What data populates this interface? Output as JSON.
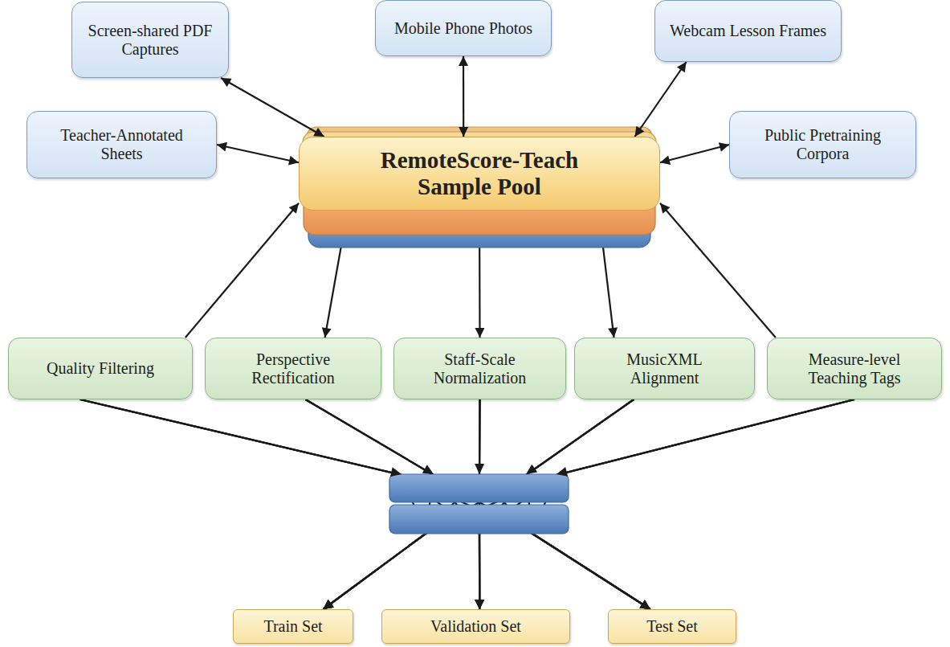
{
  "diagram": {
    "nodes": [
      {
        "text": [
          "Screen-shared PDF Captures"
        ]
      },
      {
        "text": [
          "Mobile Phone Photos"
        ]
      },
      {
        "text": [
          "Webcam Lesson Frames"
        ]
      },
      {
        "text": [
          "Teacher-Annotated Sheets"
        ]
      },
      {
        "text": [
          "RemoteScore-Teach Sample Pool"
        ]
      },
      {
        "text": [
          "Public Pretraining Corpora"
        ]
      },
      {
        "text": [
          "Quality Filtering"
        ]
      },
      {
        "text": [
          "Perspective Rectification"
        ]
      },
      {
        "text": [
          "Staff-Scale Normalization"
        ]
      },
      {
        "text": [
          "MusicXML Alignment"
        ]
      },
      {
        "text": [
          "Measure-level Teaching Tags"
        ]
      },
      {
        "text": [
          "Train Set"
        ]
      },
      {
        "text": [
          "Validation Set"
        ]
      },
      {
        "text": [
          "Test Set"
        ]
      }
    ],
    "edges": [
      {
        "from": 0,
        "to": 4,
        "arrow": "both"
      },
      {
        "from": 1,
        "to": 4,
        "arrow": "both"
      },
      {
        "from": 2,
        "to": 4,
        "arrow": "both"
      },
      {
        "from": 3,
        "to": 4,
        "arrow": "both"
      },
      {
        "from": 5,
        "to": 4,
        "arrow": "both"
      },
      {
        "from": 6,
        "to": 4,
        "arrow": "to"
      },
      {
        "from": 4,
        "to": 7,
        "arrow": "to"
      },
      {
        "from": 4,
        "to": 8,
        "arrow": "to"
      },
      {
        "from": 4,
        "to": 9,
        "arrow": "to"
      },
      {
        "from": 10,
        "to": 4,
        "arrow": "to"
      },
      {
        "from": 6,
        "to": 11,
        "arrow": "to"
      },
      {
        "from": 6,
        "to": 12,
        "arrow": "to"
      },
      {
        "from": 6,
        "to": 13,
        "arrow": "to"
      },
      {
        "from": 7,
        "to": 11,
        "arrow": "to"
      },
      {
        "from": 7,
        "to": 12,
        "arrow": "to"
      },
      {
        "from": 7,
        "to": 13,
        "arrow": "to"
      },
      {
        "from": 8,
        "to": 11,
        "arrow": "to"
      },
      {
        "from": 8,
        "to": 12,
        "arrow": "to"
      },
      {
        "from": 8,
        "to": 13,
        "arrow": "to"
      },
      {
        "from": 9,
        "to": 11,
        "arrow": "to"
      },
      {
        "from": 9,
        "to": 12,
        "arrow": "to"
      },
      {
        "from": 9,
        "to": 13,
        "arrow": "to"
      },
      {
        "from": 10,
        "to": 11,
        "arrow": "to"
      },
      {
        "from": 10,
        "to": 12,
        "arrow": "to"
      },
      {
        "from": 10,
        "to": 13,
        "arrow": "to"
      }
    ]
  }
}
